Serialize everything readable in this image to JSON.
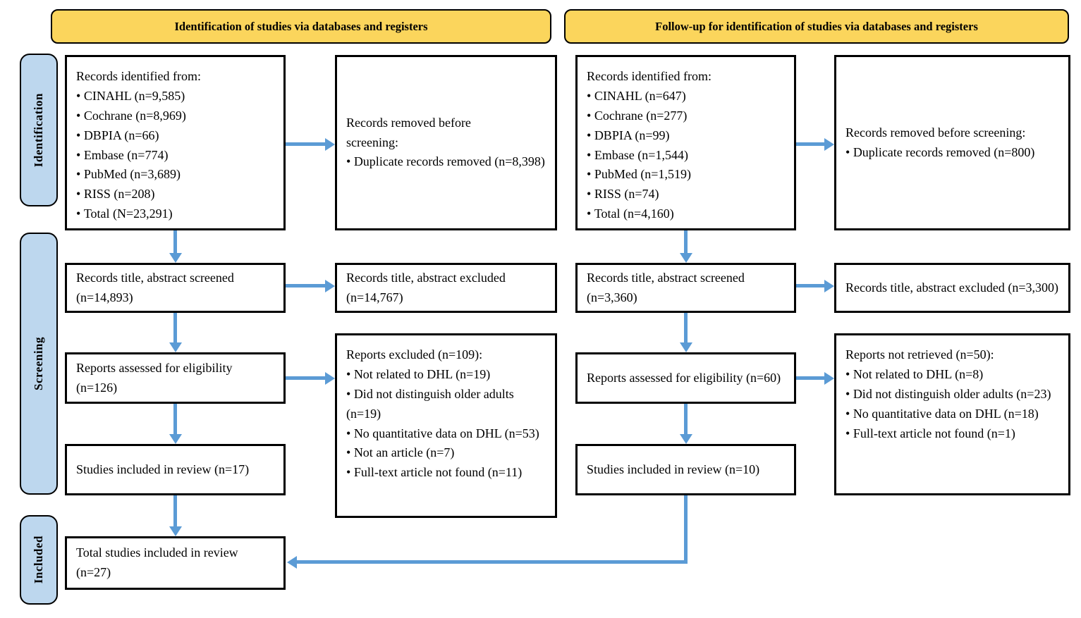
{
  "headers": {
    "left": "Identification of studies via databases and registers",
    "right": "Follow-up for identification of studies via databases and registers"
  },
  "sidebar": {
    "identification": "Identification",
    "screening": "Screening",
    "included": "Included"
  },
  "left": {
    "records_identified": {
      "title": "Records identified from:",
      "items": [
        "CINAHL (n=9,585)",
        "Cochrane (n=8,969)",
        "DBPIA (n=66)",
        "Embase (n=774)",
        "PubMed (n=3,689)",
        "RISS (n=208)",
        "Total (N=23,291)"
      ]
    },
    "records_removed": {
      "title": "Records removed before screening:",
      "items": [
        "Duplicate records removed (n=8,398)"
      ]
    },
    "screened": "Records title, abstract screened (n=14,893)",
    "excluded": "Records title, abstract excluded (n=14,767)",
    "assessed": "Reports assessed for eligibility (n=126)",
    "reports_excluded": {
      "title": "Reports excluded (n=109):",
      "items": [
        "Not related to DHL (n=19)",
        "Did not distinguish older adults (n=19)",
        "No quantitative data on DHL (n=53)",
        "Not an article (n=7)",
        "Full-text article not found (n=11)"
      ]
    },
    "included": "Studies included in review (n=17)",
    "total": "Total studies included in review (n=27)"
  },
  "followup": {
    "records_identified": {
      "title": "Records identified from:",
      "items": [
        "CINAHL (n=647)",
        "Cochrane (n=277)",
        "DBPIA (n=99)",
        "Embase (n=1,544)",
        "PubMed (n=1,519)",
        "RISS (n=74)",
        "Total (n=4,160)"
      ]
    },
    "records_removed": {
      "title": "Records removed before screening:",
      "items": [
        "Duplicate records removed (n=800)"
      ]
    },
    "screened": "Records title, abstract screened (n=3,360)",
    "excluded": "Records title, abstract excluded (n=3,300)",
    "assessed": "Reports assessed for eligibility (n=60)",
    "reports_not_retrieved": {
      "title": "Reports not retrieved (n=50):",
      "items": [
        "Not related to DHL (n=8)",
        "Did not distinguish older adults (n=23)",
        "No quantitative data on DHL (n=18)",
        "Full-text article not found (n=1)"
      ]
    },
    "included": "Studies included in review (n=10)"
  },
  "colors": {
    "header_fill": "#FBD55C",
    "sidebar_fill": "#BDD7EE",
    "arrow": "#5B9BD5",
    "border": "#000000",
    "background": "#FFFFFF"
  }
}
